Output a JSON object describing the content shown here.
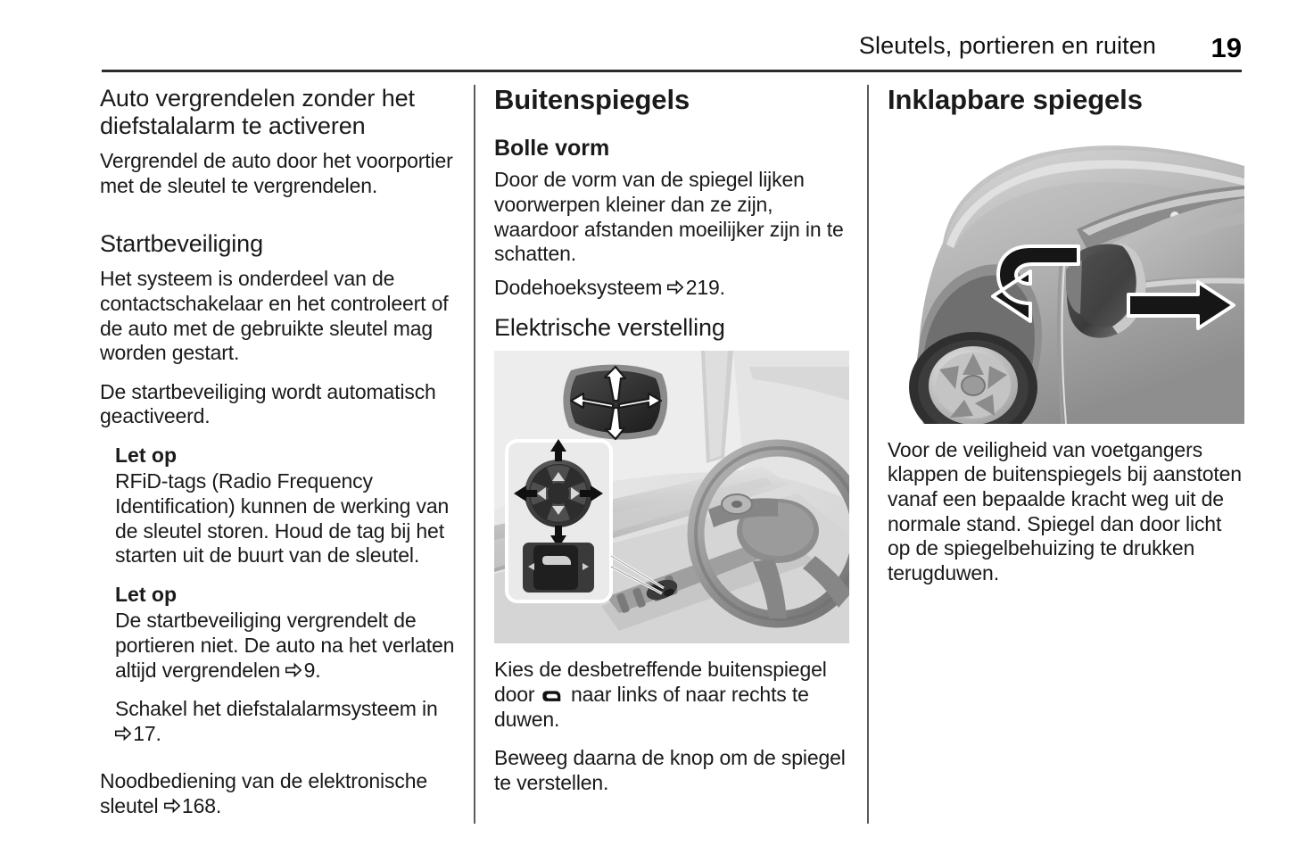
{
  "header": {
    "title": "Sleutels, portieren en ruiten",
    "page_number": "19"
  },
  "column_1": {
    "heading_1": "Auto vergrendelen zonder het diefstalalarm te activeren",
    "para_1": "Vergrendel de auto door het voorportier met de sleutel te vergrendelen.",
    "heading_2": "Startbeveiliging",
    "para_2": "Het systeem is onderdeel van de contactschakelaar en het controleert of de auto met de gebruikte sleutel mag worden gestart.",
    "para_3": "De startbeveiliging wordt automatisch geactiveerd.",
    "note_1_title": "Let op",
    "note_1_body": "RFiD-tags (Radio Frequency Identification) kunnen de werking van de sleutel storen. Houd de tag bij het starten uit de buurt van de sleutel.",
    "note_2_title": "Let op",
    "note_2_body_pre": "De startbeveiliging vergrendelt de portieren niet. De auto na het verlaten altijd vergrendelen ",
    "note_2_ref": "9.",
    "note_3_pre": "Schakel het diefstalalarmsysteem in ",
    "note_3_ref": "17.",
    "para_4_pre": "Noodbediening van de elektronische sleutel ",
    "para_4_ref": "168."
  },
  "column_2": {
    "chapter": "Buitenspiegels",
    "sub_1": "Bolle vorm",
    "para_1": "Door de vorm van de spiegel lijken voorwerpen kleiner dan ze zijn, waardoor afstanden moeilijker zijn in te schatten.",
    "para_2_pre": "Dodehoeksysteem ",
    "para_2_ref": "219.",
    "sub_2": "Elektrische verstelling",
    "figure_name": "mirror-adjust-control-illustration",
    "caption_1_pre": "Kies de desbetreffende buitenspiegel door ",
    "caption_1_post": " naar links of naar rechts te duwen.",
    "caption_2": "Beweeg daarna de knop om de spiegel te verstellen."
  },
  "column_3": {
    "chapter": "Inklapbare spiegels",
    "figure_name": "folding-mirror-illustration",
    "para_1": "Voor de veiligheid van voetgangers klappen de buitenspiegels bij aanstoten vanaf een bepaalde kracht weg uit de normale stand. Spiegel dan door licht op de spiegelbehuizing te drukken terugduwen."
  },
  "icons": {
    "xref_arrow": "right-arrow-reference-icon",
    "mirror_switch": "mirror-selector-switch-icon"
  },
  "colors": {
    "text": "#1a1a1a",
    "rule": "#2b2b2b",
    "column_divider": "#5b5b5b",
    "figure_background": "#e9e9e9"
  }
}
